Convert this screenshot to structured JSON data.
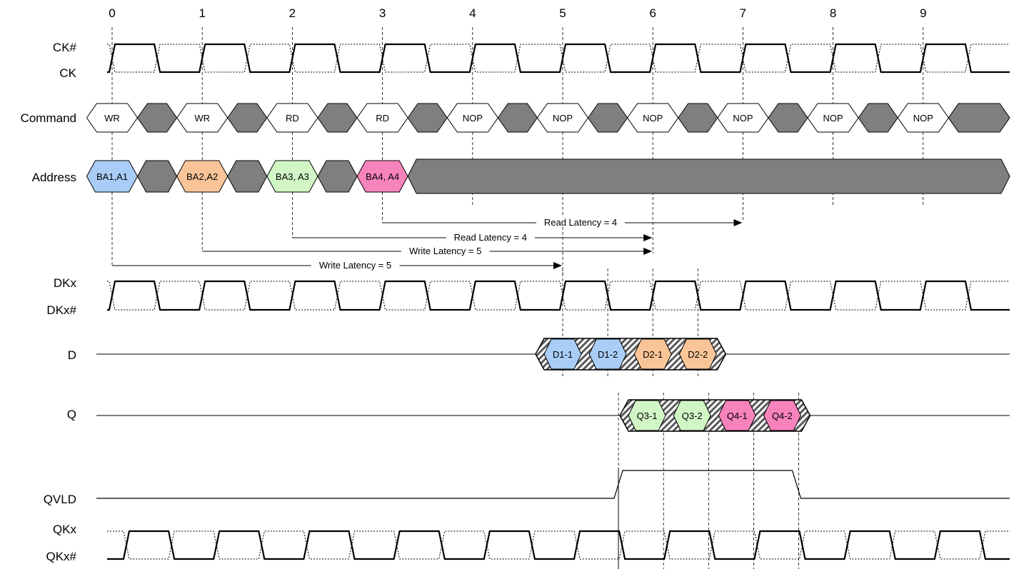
{
  "cycles": [
    "0",
    "1",
    "2",
    "3",
    "4",
    "5",
    "6",
    "7",
    "8",
    "9"
  ],
  "signals": {
    "ck_n": "CK#",
    "ck": "CK",
    "command": "Command",
    "address": "Address",
    "dk": "DKx",
    "dk_n": "DKx#",
    "d": "D",
    "q": "Q",
    "qvld": "QVLD",
    "qk": "QKx",
    "qk_n": "QKx#"
  },
  "command": [
    "WR",
    "WR",
    "RD",
    "RD",
    "NOP",
    "NOP",
    "NOP",
    "NOP",
    "NOP",
    "NOP"
  ],
  "address": [
    {
      "label": "BA1,A1",
      "color": "#a9cdf7"
    },
    {
      "label": "BA2,A2",
      "color": "#f9c598"
    },
    {
      "label": "BA3, A3",
      "color": "#d2f5c6"
    },
    {
      "label": "BA4, A4",
      "color": "#f783bd"
    }
  ],
  "d_beats": [
    {
      "label": "D1-1",
      "color": "#a9cdf7"
    },
    {
      "label": "D1-2",
      "color": "#a9cdf7"
    },
    {
      "label": "D2-1",
      "color": "#f9c598"
    },
    {
      "label": "D2-2",
      "color": "#f9c598"
    }
  ],
  "q_beats": [
    {
      "label": "Q3-1",
      "color": "#d2f5c6"
    },
    {
      "label": "Q3-2",
      "color": "#d2f5c6"
    },
    {
      "label": "Q4-1",
      "color": "#f783bd"
    },
    {
      "label": "Q4-2",
      "color": "#f783bd"
    }
  ],
  "latencies": [
    {
      "label": "Read Latency = 4",
      "from_cycle": 3,
      "to_cycle": 7
    },
    {
      "label": "Read Latency = 4",
      "from_cycle": 2,
      "to_cycle": 6
    },
    {
      "label": "Write Latency = 5",
      "from_cycle": 1,
      "to_cycle": 6
    },
    {
      "label": "Write Latency = 5",
      "from_cycle": 0,
      "to_cycle": 5
    }
  ],
  "colors": {
    "bus_fill": "#7f7f7f",
    "line": "#000000"
  }
}
